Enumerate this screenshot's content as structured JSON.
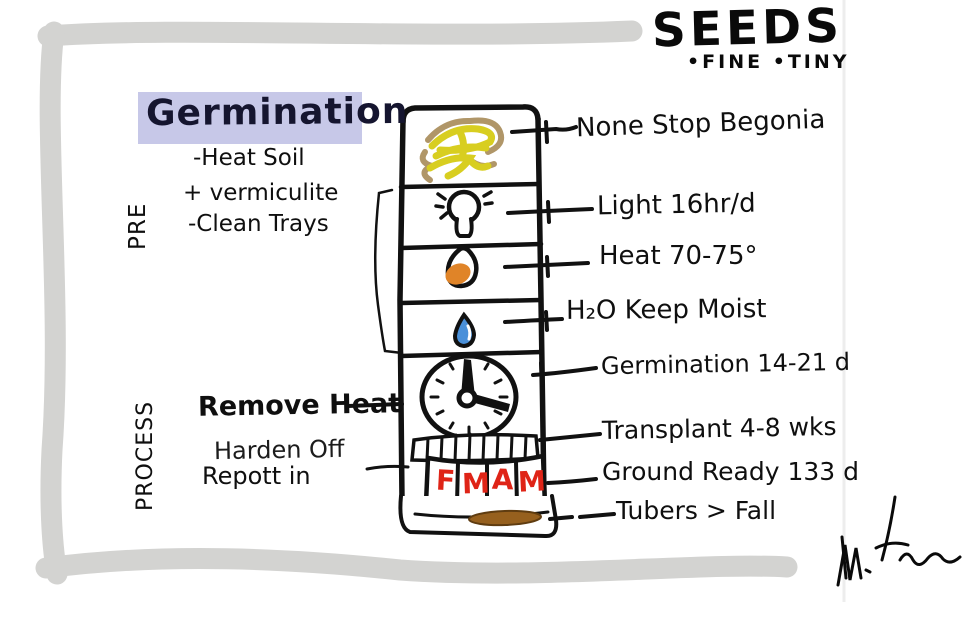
{
  "header": {
    "title": "SEEDS",
    "subtitle": "•FINE •TINY"
  },
  "pre": {
    "vertical_label": "PRE",
    "heading": "Germination",
    "notes": [
      "-Heat Soil",
      "+ vermiculite",
      "-Clean Trays"
    ]
  },
  "process": {
    "vertical_label": "PROCESS",
    "steps": [
      "Remove Heat",
      "Harden Off",
      "Repott in"
    ]
  },
  "tower": {
    "months": [
      "F",
      "M",
      "A",
      "M"
    ],
    "icons": [
      "begonia-flower-icon",
      "lightbulb-icon",
      "heat-flame-icon",
      "water-drop-icon",
      "clock-icon",
      "seed-tray-icon",
      "month-reel-icon",
      "tuber-icon"
    ]
  },
  "annotations": [
    "None Stop Begonia",
    "Light 16hr/d",
    "Heat 70-75°",
    "H₂O Keep Moist",
    "Germination 14-21 d",
    "Transplant 4-8 wks",
    "Ground Ready 133 d",
    "Tubers > Fall"
  ],
  "colors": {
    "frame_gray": "#d3d3d1",
    "highlight_lavender": "#c7c8e8",
    "ink": "#101010",
    "flower_yellow": "#d8ce20",
    "flower_tan": "#b09668",
    "flame_orange": "#e08428",
    "drop_blue": "#4a90d9",
    "month_red": "#df2417",
    "tuber_brown": "#96601e"
  }
}
